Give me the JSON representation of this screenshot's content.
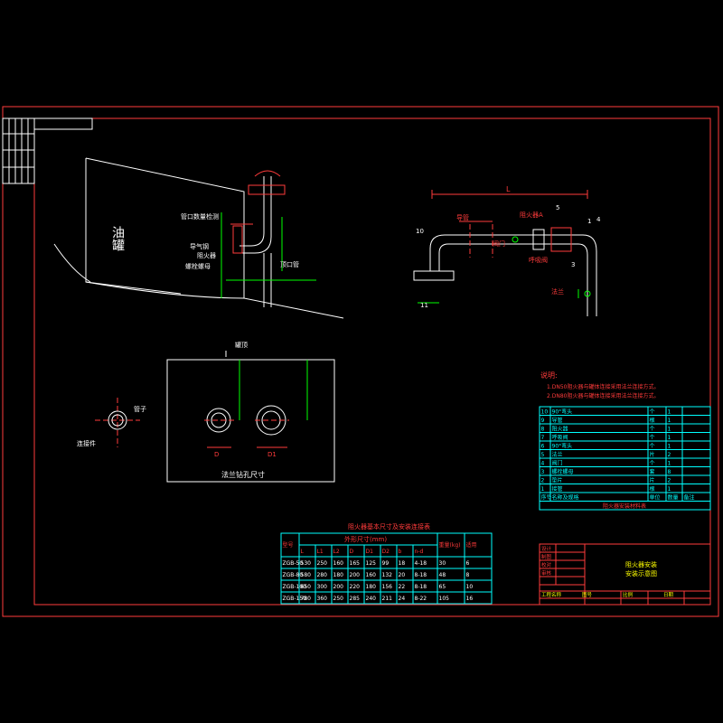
{
  "colors": {
    "background": "#000000",
    "frame": "#ff3b3b",
    "pipe": "#ffffff",
    "table": "#00ffff",
    "dimension": "#00ff00",
    "note": "#ff3b3b",
    "accent": "#ffff00"
  },
  "left_view": {
    "tank_label": "油罐",
    "labels": [
      "管口数量检测",
      "导气钢",
      "阻火器",
      "螺栓螺母",
      "顶口管"
    ]
  },
  "right_view": {
    "dim_L": "L",
    "labels": [
      "阻火器A",
      "呼吸阀",
      "阀门",
      "导管",
      "法兰"
    ],
    "numbers": [
      "1",
      "3",
      "5",
      "10",
      "11",
      "4"
    ]
  },
  "center_view": {
    "title": "法兰钻孔尺寸",
    "top_label": "罐顶",
    "dims": [
      "D",
      "D1"
    ]
  },
  "small_view": {
    "labels": [
      "管子",
      "连接件"
    ]
  },
  "notes": {
    "title": "说明:",
    "lines": [
      "1.DN50阻火器与罐体连接采用法兰连接方式。",
      "2.DN80阻火器与罐体连接采用法兰连接方式。"
    ]
  },
  "bom": {
    "rows": [
      [
        "10",
        "90°弯头",
        "个",
        "1",
        ""
      ],
      [
        "9",
        "导管",
        "根",
        "1",
        ""
      ],
      [
        "8",
        "阻火器",
        "个",
        "1",
        ""
      ],
      [
        "7",
        "呼吸阀",
        "个",
        "1",
        ""
      ],
      [
        "6",
        "90°弯头",
        "个",
        "1",
        ""
      ],
      [
        "5",
        "法兰",
        "片",
        "2",
        ""
      ],
      [
        "4",
        "阀门",
        "个",
        "1",
        ""
      ],
      [
        "3",
        "螺栓螺母",
        "套",
        "8",
        ""
      ],
      [
        "2",
        "垫片",
        "片",
        "2",
        ""
      ],
      [
        "1",
        "接管",
        "根",
        "1",
        ""
      ]
    ],
    "header": [
      "序号",
      "名称及规格",
      "单位",
      "数量",
      "备注"
    ],
    "caption": "阻火器安装材料表"
  },
  "size_table": {
    "title": "阻火器基本尺寸及安装连接表",
    "group_header": "外形尺寸(mm)",
    "headers": [
      "型号",
      "L",
      "L1",
      "L2",
      "D",
      "D1",
      "D2",
      "b",
      "n-d",
      "重量(kg)",
      "适用"
    ],
    "rows": [
      [
        "ZGB-50",
        "530",
        "250",
        "160",
        "165",
        "125",
        "99",
        "18",
        "4-18",
        "30",
        "6"
      ],
      [
        "ZGB-80",
        "580",
        "280",
        "180",
        "200",
        "160",
        "132",
        "20",
        "8-18",
        "48",
        "8"
      ],
      [
        "ZGB-100",
        "650",
        "300",
        "200",
        "220",
        "180",
        "156",
        "22",
        "8-18",
        "65",
        "10"
      ],
      [
        "ZGB-150",
        "780",
        "360",
        "250",
        "285",
        "240",
        "211",
        "24",
        "8-22",
        "105",
        "16"
      ]
    ]
  },
  "title_block": {
    "drawing_title_line1": "阻火器安装",
    "drawing_title_line2": "安装示意图",
    "left_cells": [
      "设计",
      "制图",
      "校对",
      "审核"
    ],
    "bottom_cells": [
      "工程名称",
      "图号",
      "比例",
      "日期"
    ]
  }
}
